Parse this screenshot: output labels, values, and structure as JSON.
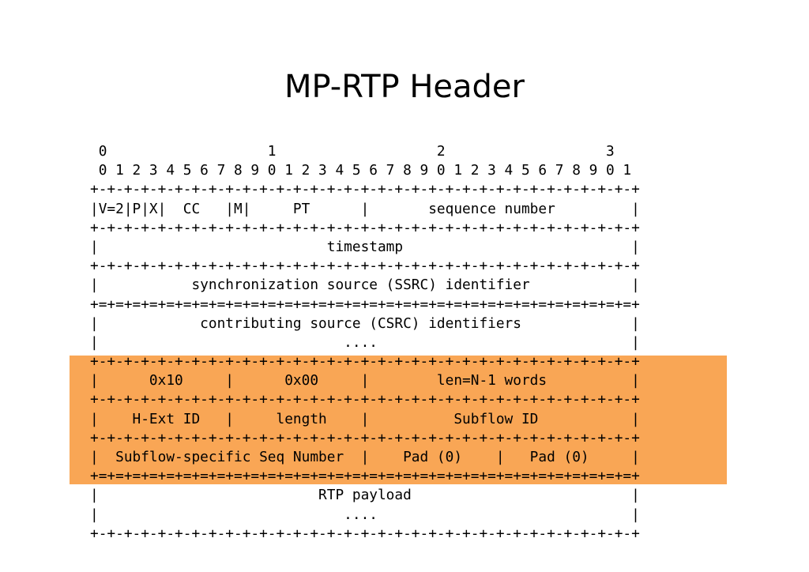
{
  "title": "MP-RTP Header",
  "colors": {
    "highlight": "#f9a655",
    "text": "#000000",
    "background": "#ffffff"
  },
  "diagram_lines": [
    " 0                   1                   2                   3",
    " 0 1 2 3 4 5 6 7 8 9 0 1 2 3 4 5 6 7 8 9 0 1 2 3 4 5 6 7 8 9 0 1",
    "+-+-+-+-+-+-+-+-+-+-+-+-+-+-+-+-+-+-+-+-+-+-+-+-+-+-+-+-+-+-+-+-+",
    "|V=2|P|X|  CC   |M|     PT      |       sequence number         |",
    "+-+-+-+-+-+-+-+-+-+-+-+-+-+-+-+-+-+-+-+-+-+-+-+-+-+-+-+-+-+-+-+-+",
    "|                           timestamp                           |",
    "+-+-+-+-+-+-+-+-+-+-+-+-+-+-+-+-+-+-+-+-+-+-+-+-+-+-+-+-+-+-+-+-+",
    "|           synchronization source (SSRC) identifier            |",
    "+=+=+=+=+=+=+=+=+=+=+=+=+=+=+=+=+=+=+=+=+=+=+=+=+=+=+=+=+=+=+=+=+",
    "|            contributing source (CSRC) identifiers             |",
    "|                             ....                              |",
    "+-+-+-+-+-+-+-+-+-+-+-+-+-+-+-+-+-+-+-+-+-+-+-+-+-+-+-+-+-+-+-+-+",
    "|      0x10     |      0x00     |        len=N-1 words          |",
    "+-+-+-+-+-+-+-+-+-+-+-+-+-+-+-+-+-+-+-+-+-+-+-+-+-+-+-+-+-+-+-+-+",
    "|    H-Ext ID   |     length    |          Subflow ID           |",
    "+-+-+-+-+-+-+-+-+-+-+-+-+-+-+-+-+-+-+-+-+-+-+-+-+-+-+-+-+-+-+-+-+",
    "|  Subflow-specific Seq Number  |    Pad (0)    |   Pad (0)     |",
    "+=+=+=+=+=+=+=+=+=+=+=+=+=+=+=+=+=+=+=+=+=+=+=+=+=+=+=+=+=+=+=+=+",
    "|                          RTP payload                          |",
    "|                             ....                              |",
    "+-+-+-+-+-+-+-+-+-+-+-+-+-+-+-+-+-+-+-+-+-+-+-+-+-+-+-+-+-+-+-+-+"
  ]
}
